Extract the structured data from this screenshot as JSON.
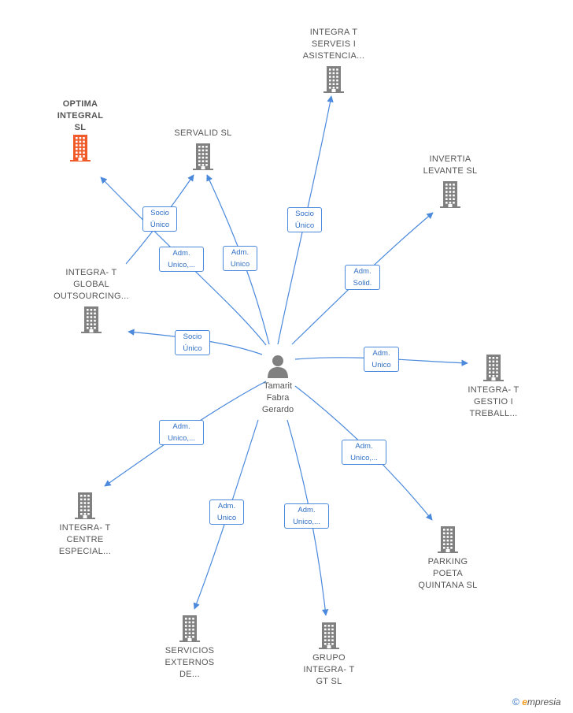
{
  "colors": {
    "edge": "#4a89dc",
    "building": "#808080",
    "highlight": "#f05a28"
  },
  "center": {
    "lines": [
      "Tamarit",
      "Fabra",
      "Gerardo"
    ],
    "icon": "person-icon"
  },
  "nodes": [
    {
      "id": "optima",
      "lines": [
        "OPTIMA",
        "INTEGRAL",
        "SL"
      ],
      "highlight": true
    },
    {
      "id": "servalid",
      "lines": [
        "SERVALID SL"
      ]
    },
    {
      "id": "integra-serveis",
      "lines": [
        "INTEGRA T",
        "SERVEIS I",
        "ASISTENCIA..."
      ]
    },
    {
      "id": "invertia",
      "lines": [
        "INVERTIA",
        "LEVANTE SL"
      ]
    },
    {
      "id": "integra-global",
      "lines": [
        "INTEGRA- T",
        "GLOBAL",
        "OUTSOURCING..."
      ]
    },
    {
      "id": "integra-gestio",
      "lines": [
        "INTEGRA- T",
        "GESTIO I",
        "TREBALL..."
      ]
    },
    {
      "id": "integra-centre",
      "lines": [
        "INTEGRA- T",
        "CENTRE",
        "ESPECIAL..."
      ]
    },
    {
      "id": "parking",
      "lines": [
        "PARKING",
        "POETA",
        "QUINTANA SL"
      ]
    },
    {
      "id": "servicios",
      "lines": [
        "SERVICIOS",
        "EXTERNOS",
        "DE..."
      ]
    },
    {
      "id": "grupo",
      "lines": [
        "GRUPO",
        "INTEGRA- T",
        "GT SL"
      ]
    }
  ],
  "edge_labels": [
    {
      "id": "socio-unico-servalid",
      "lines": [
        "Socio",
        "Único"
      ]
    },
    {
      "id": "adm-optima",
      "lines": [
        "Adm.",
        "Unico,..."
      ]
    },
    {
      "id": "adm-servalid",
      "lines": [
        "Adm.",
        "Unico"
      ]
    },
    {
      "id": "socio-unico-serveis",
      "lines": [
        "Socio",
        "Único"
      ]
    },
    {
      "id": "adm-solid-invertia",
      "lines": [
        "Adm.",
        "Solid."
      ]
    },
    {
      "id": "socio-unico-global",
      "lines": [
        "Socio",
        "Único"
      ]
    },
    {
      "id": "adm-gestio",
      "lines": [
        "Adm.",
        "Unico"
      ]
    },
    {
      "id": "adm-centre",
      "lines": [
        "Adm.",
        "Unico,..."
      ]
    },
    {
      "id": "adm-parking",
      "lines": [
        "Adm.",
        "Unico,..."
      ]
    },
    {
      "id": "adm-servicios",
      "lines": [
        "Adm.",
        "Unico"
      ]
    },
    {
      "id": "adm-grupo",
      "lines": [
        "Adm.",
        "Unico,..."
      ]
    }
  ],
  "footer": {
    "copyright": "©",
    "brand_e": "e",
    "brand_rest": "mpresia"
  }
}
